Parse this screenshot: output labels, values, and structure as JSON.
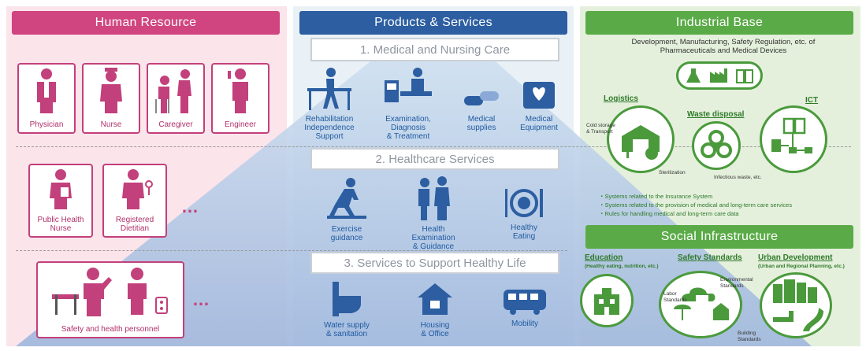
{
  "human_resource": {
    "header": "Human Resource",
    "row1": [
      "Physician",
      "Nurse",
      "Caregiver",
      "Engineer"
    ],
    "row2": [
      "Public Health\nNurse",
      "Registered\nDietitian"
    ],
    "row3": [
      "Safety and health personnel"
    ],
    "ellipsis": "…"
  },
  "products": {
    "header": "Products & Services",
    "section1": "1. Medical and Nursing Care",
    "section1_items": [
      "Rehabilitation\nIndependence\nSupport",
      "Examination,\nDiagnosis\n& Treatment",
      "Medical\nsupplies",
      "Medical\nEquipment"
    ],
    "section2": "2. Healthcare Services",
    "section2_items": [
      "Exercise\nguidance",
      "Health\nExamination\n& Guidance",
      "Healthy\nEating"
    ],
    "section3": "3. Services to Support Healthy Life",
    "section3_items": [
      "Water supply\n& sanitation",
      "Housing\n& Office",
      "Mobility"
    ]
  },
  "industrial": {
    "header": "Industrial Base",
    "subtitle": "Development, Manufacturing, Safety Regulation, etc. of\nPharmaceuticals and Medical Devices",
    "logistics": "Logistics",
    "waste": "Waste disposal",
    "ict": "ICT",
    "cold_storage": "Cold storage\n& Transport",
    "sterilization": "Sterilization",
    "infectious": "Infectious waste, etc.",
    "systems": [
      "・Systems related to the Insurance System",
      "・Systems related to the provision of medical and long-term care services",
      "・Rules for handling medical and long-term care data"
    ]
  },
  "social": {
    "header": "Social Infrastructure",
    "education": "Education",
    "education_sub": "(Healthy eating, nutrition, etc.)",
    "safety": "Safety Standards",
    "urban": "Urban Development",
    "urban_sub": "(Urban and Regional Planning, etc.)",
    "env_std": "Environmental\nStandards",
    "labor_std": "Labor\nStandards",
    "building_std": "Building\nStandards"
  },
  "colors": {
    "pink": "#d0447f",
    "blue": "#2c5ea1",
    "green": "#5aab47"
  }
}
